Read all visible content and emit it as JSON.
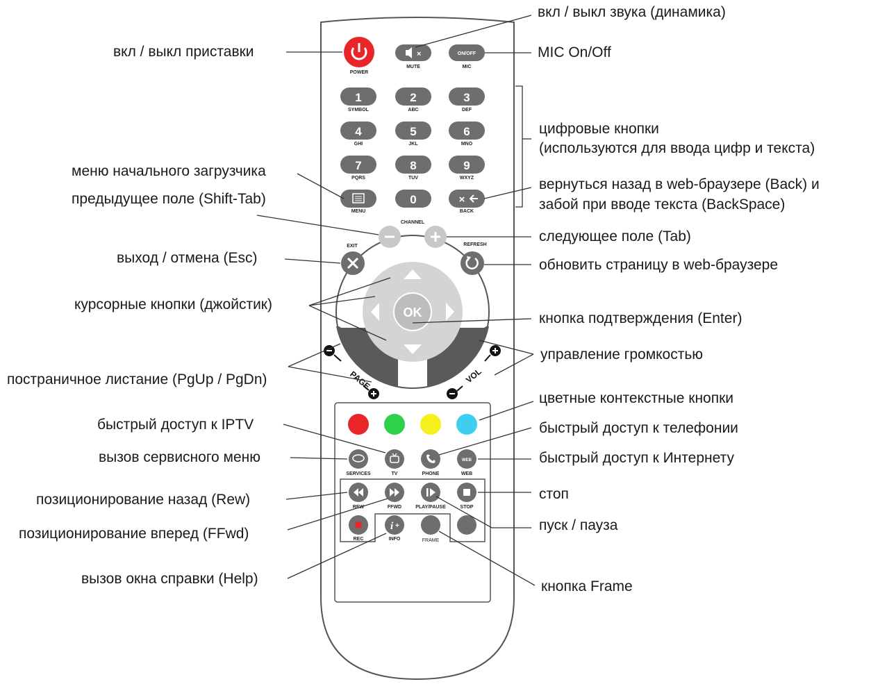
{
  "remote": {
    "buttons": {
      "power": "POWER",
      "mute": "MUTE",
      "mic_face": "ON/OFF",
      "mic": "MIC",
      "digits": [
        {
          "num": "1",
          "sub": "SYMBOL"
        },
        {
          "num": "2",
          "sub": "ABC"
        },
        {
          "num": "3",
          "sub": "DEF"
        },
        {
          "num": "4",
          "sub": "GHI"
        },
        {
          "num": "5",
          "sub": "JKL"
        },
        {
          "num": "6",
          "sub": "MNO"
        },
        {
          "num": "7",
          "sub": "PQRS"
        },
        {
          "num": "8",
          "sub": "TUV"
        },
        {
          "num": "9",
          "sub": "WXYZ"
        }
      ],
      "menu": "MENU",
      "zero": "0",
      "back": "BACK",
      "channel": "CHANNEL",
      "exit": "EXIT",
      "refresh": "REFRESH",
      "ok": "OK",
      "page": "PAGE",
      "vol": "VOL",
      "services": "SERVICES",
      "tv": "TV",
      "phone": "PHONE",
      "web": "WEB",
      "web_face": "WEB",
      "rew": "REW",
      "ffwd": "FFWD",
      "play_pause": "PLAY/PAUSE",
      "stop": "STOP",
      "rec": "REC",
      "info": "INFO",
      "frame": "FRAME"
    },
    "colors": {
      "body": "#ffffff",
      "outline": "#555555",
      "button": "#6e6e6e",
      "power": "#e8262a",
      "red": "#e8262a",
      "green": "#2fd04a",
      "yellow": "#f5ef1e",
      "blue": "#3ecff0",
      "pad_light": "#d4d4d4",
      "pad_dark": "#5a5a5a"
    }
  },
  "annotations": {
    "power": "вкл / выкл приставки",
    "mute": "вкл / выкл звука (динамика)",
    "mic": "MIC On/Off",
    "digits_1": "цифровые кнопки",
    "digits_2": "(используются для ввода цифр и текста)",
    "bootmenu": "меню начального загрузчика",
    "prevfield": "предыдущее поле (Shift-Tab)",
    "back_1": "вернуться назад в web-браузере (Back) и",
    "back_2": "забой при вводе текста (BackSpace)",
    "nextfield": "следующее поле (Tab)",
    "exit": "выход / отмена (Esc)",
    "refresh": "обновить страницу в web-браузере",
    "cursor": "курсорные кнопки (джойстик)",
    "enter": "кнопка подтверждения (Enter)",
    "volume": "управление громкостью",
    "paging": "постраничное листание (PgUp / PgDn)",
    "color_keys": "цветные контекстные кнопки",
    "iptv": "быстрый доступ к IPTV",
    "telephony": "быстрый доступ к телефонии",
    "service_menu": "вызов сервисного меню",
    "internet": "быстрый доступ к Интернету",
    "rew": "позиционирование назад (Rew)",
    "stop": "стоп",
    "play_pause": "пуск / пауза",
    "ffwd": "позиционирование вперед (FFwd)",
    "help": "вызов окна справки (Help)",
    "frame": "кнопка Frame"
  }
}
